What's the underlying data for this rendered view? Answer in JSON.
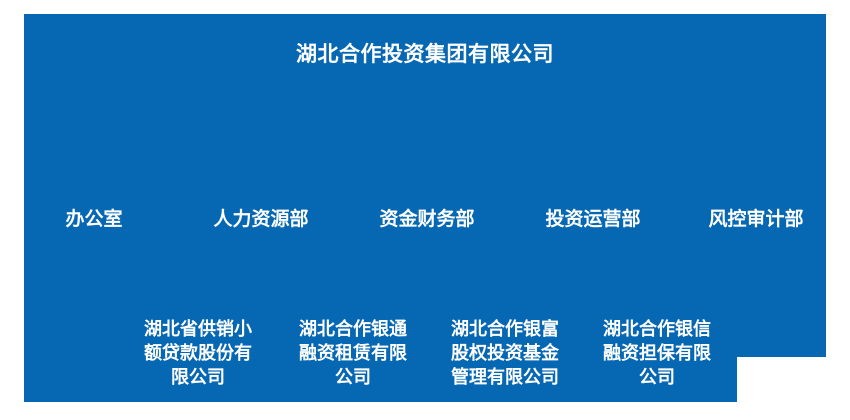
{
  "colors": {
    "page_background": "#FFFFFF",
    "panel_background": "#0667B3",
    "text": "#FFFFFF"
  },
  "org_chart": {
    "title": "湖北合作投资集团有限公司",
    "departments": [
      "办公室",
      "人力资源部",
      "资金财务部",
      "投资运营部",
      "风控审计部"
    ],
    "subsidiaries": [
      {
        "name": "湖北省供销小额贷款股份有限公司",
        "lines": [
          "湖北省供销小",
          "额贷款股份有",
          "限公司"
        ]
      },
      {
        "name": "湖北合作银通融资租赁有限公司",
        "lines": [
          "湖北合作银通",
          "融资租赁有限",
          "公司"
        ]
      },
      {
        "name": "湖北合作银富股权投资基金管理有限公司",
        "lines": [
          "湖北合作银富",
          "股权投资基金",
          "管理有限公司"
        ]
      },
      {
        "name": "湖北合作银信融资担保有限公司",
        "lines": [
          "湖北合作银信",
          "融资担保有限",
          "公司"
        ]
      }
    ]
  }
}
